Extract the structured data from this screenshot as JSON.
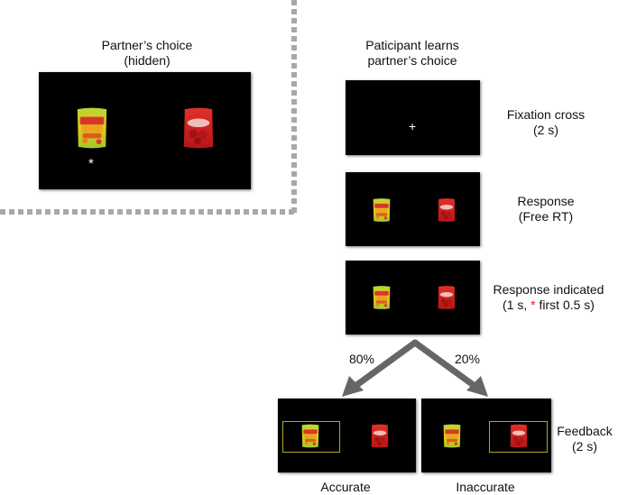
{
  "partner": {
    "title_line1": "Partner’s choice",
    "title_line2": "(hidden)",
    "marker": "*"
  },
  "participant": {
    "title_line1": "Paticipant learns",
    "title_line2": "partner’s choice"
  },
  "steps": {
    "fixation": {
      "line1": "Fixation cross",
      "line2": "(2 s)",
      "symbol": "+"
    },
    "response": {
      "line1": "Response",
      "line2": "(Free RT)"
    },
    "indicated": {
      "line1": "Response indicated",
      "line2_pre": "(1 s, ",
      "star": "*",
      "line2_post": " first 0.5 s)"
    },
    "feedback": {
      "line1": "Feedback",
      "line2": "(2 s)"
    }
  },
  "branches": {
    "left_pct": "80%",
    "right_pct": "20%",
    "left_label": "Accurate",
    "right_label": "Inaccurate"
  },
  "colors": {
    "screen_bg": "#000000",
    "arrow": "#666666",
    "highlight_box": "#b5a51e",
    "red_star": "#e21c1c",
    "dashed_border": "#a8a8a8"
  }
}
